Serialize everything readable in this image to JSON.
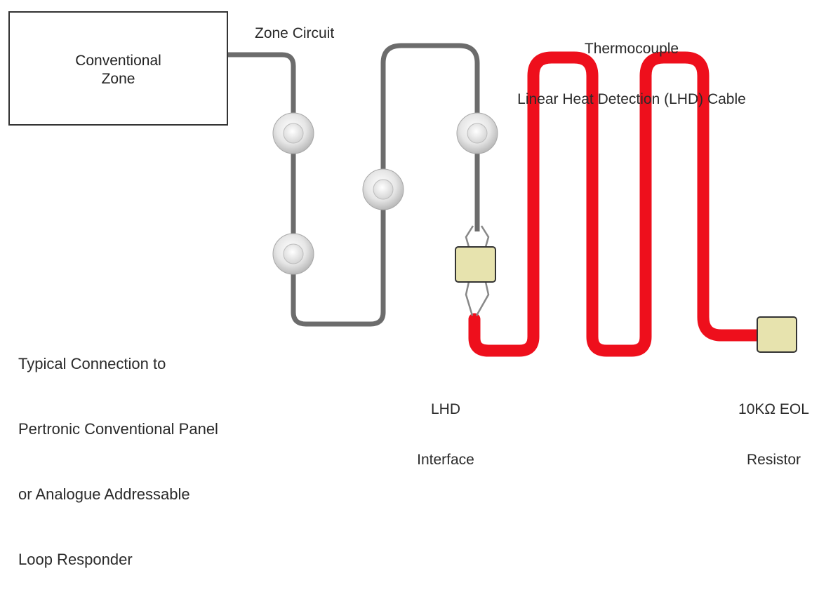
{
  "zone_box": {
    "line1": "Conventional",
    "line2": "Zone"
  },
  "labels": {
    "zone_circuit": "Zone Circuit",
    "lhd_cable_line1": "Thermocouple",
    "lhd_cable_line2": "Linear Heat Detection (LHD) Cable",
    "lhd_interface_line1": "LHD",
    "lhd_interface_line2": "Interface",
    "eol_line1": "10KΩ EOL",
    "eol_line2": "Resistor",
    "caption_line1": "Typical Connection to",
    "caption_line2": "Pertronic Conventional Panel",
    "caption_line3": "or Analogue Addressable",
    "caption_line4": "Loop Responder"
  },
  "colors": {
    "circuit_wire": "#707070",
    "lhd_cable": "#ee0f1c",
    "box_fill": "#e7e3ae",
    "detector": "#e4e4e4"
  }
}
